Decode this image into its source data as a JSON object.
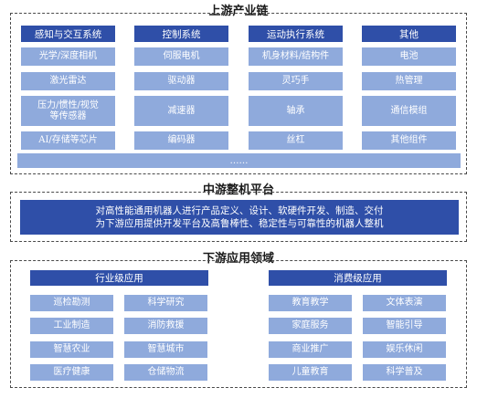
{
  "upstream": {
    "title": "上游产业链",
    "columns": [
      {
        "header": "感知与交互系统",
        "items": [
          "光学/深度相机",
          "激光雷达",
          "压力/惯性/视觉\n等传感器",
          "AI/存储等芯片"
        ]
      },
      {
        "header": "控制系统",
        "items": [
          "伺服电机",
          "驱动器",
          "减速器",
          "编码器"
        ]
      },
      {
        "header": "运动执行系统",
        "items": [
          "机身材料/结构件",
          "灵巧手",
          "轴承",
          "丝杠"
        ]
      },
      {
        "header": "其他",
        "items": [
          "电池",
          "热管理",
          "通信模组",
          "其他组件"
        ]
      }
    ],
    "more": "……"
  },
  "midstream": {
    "title": "中游整机平台",
    "line1": "对高性能通用机器人进行产品定义、设计、软硬件开发、制造、交付",
    "line2": "为下游应用提供开发平台及高鲁棒性、稳定性与可靠性的机器人整机"
  },
  "downstream": {
    "title": "下游应用领域",
    "groups": [
      {
        "header": "行业级应用",
        "items": [
          "巡检勘测",
          "科学研究",
          "工业制造",
          "消防救援",
          "智慧农业",
          "智慧城市",
          "医疗健康",
          "仓储物流"
        ]
      },
      {
        "header": "消费级应用",
        "items": [
          "教育教学",
          "文体表演",
          "家庭服务",
          "智能引导",
          "商业推广",
          "娱乐休闲",
          "儿童教育",
          "科学普及"
        ]
      }
    ]
  },
  "colors": {
    "header": "#2f4fa8",
    "cell": "#8faadc",
    "border": "#4a4a4a"
  }
}
